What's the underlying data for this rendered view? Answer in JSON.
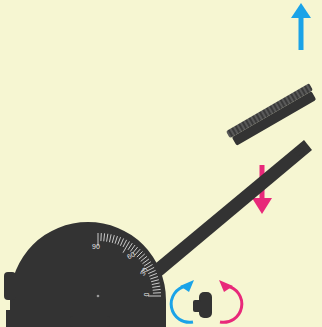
{
  "diagram": {
    "labels": [
      "90",
      "60",
      "30",
      "0"
    ]
  }
}
